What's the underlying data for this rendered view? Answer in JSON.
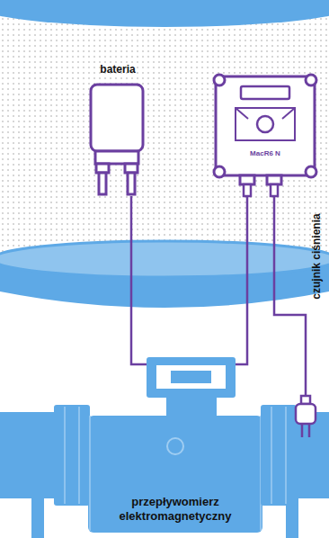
{
  "diagram": {
    "nodes": [
      {
        "text": [
          "bateria"
        ]
      },
      {
        "text": [
          "MacR6 N"
        ]
      },
      {
        "text": [
          "przepływomierz elektromagnetyczny"
        ]
      }
    ],
    "edges": [
      {
        "from": 0,
        "to": 2,
        "arrow": "none"
      },
      {
        "from": 1,
        "to": 2,
        "arrow": "none"
      }
    ],
    "labels": [
      "czujnik ciśnienia"
    ]
  }
}
